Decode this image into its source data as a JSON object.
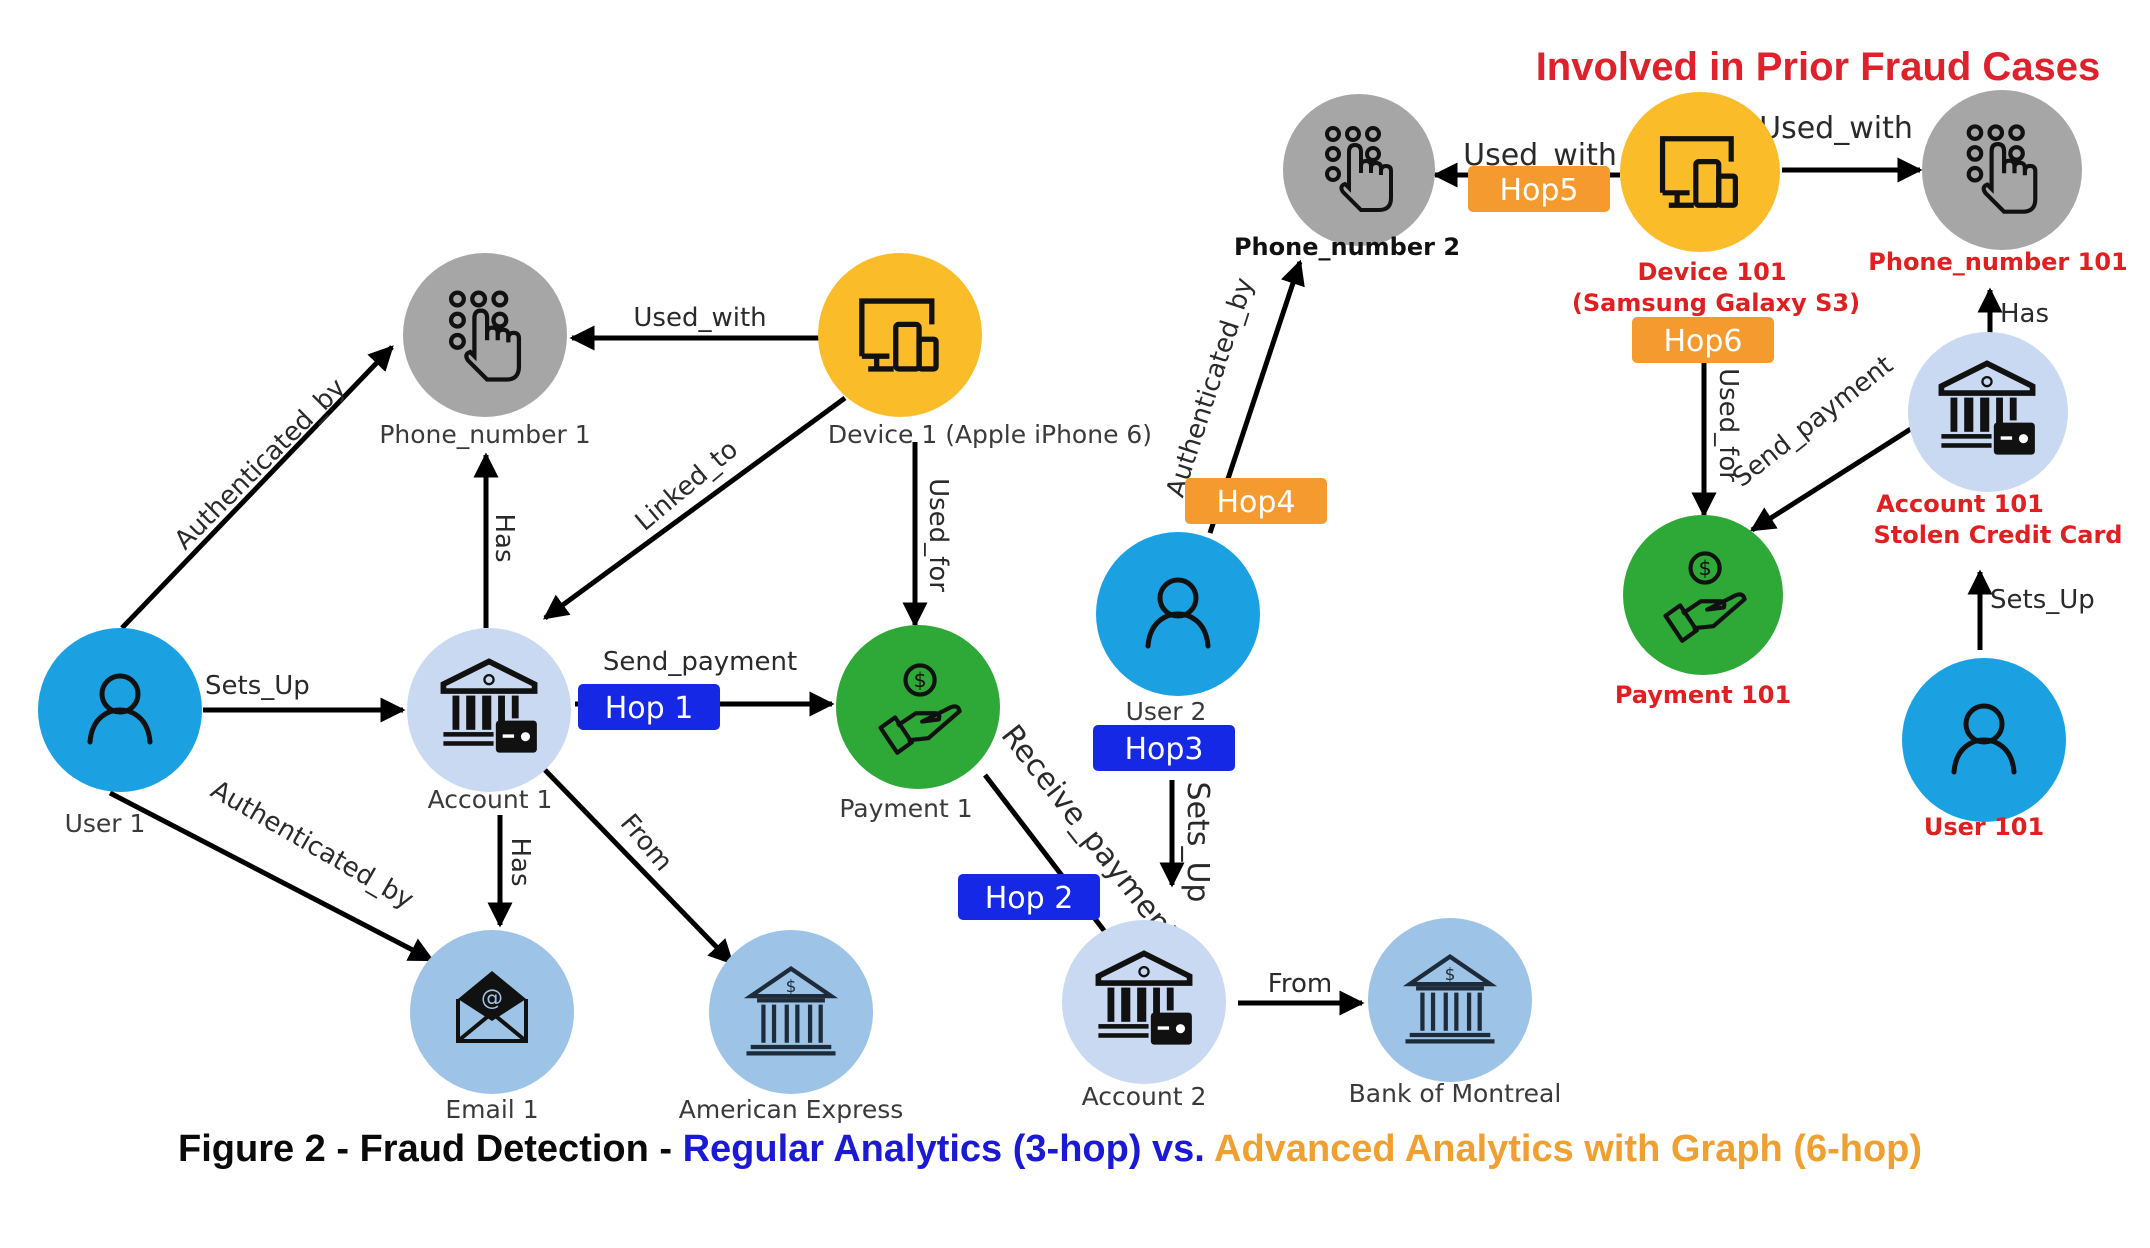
{
  "banner": "Involved in Prior Fraud Cases",
  "caption": {
    "prefix": "Figure 2 - Fraud Detection - ",
    "regular": "Regular Analytics (3-hop) vs.",
    "separator": " ",
    "advanced": "Advanced Analytics with Graph (6-hop)"
  },
  "colors": {
    "user": "#1ba1e2",
    "account": "#c9d9f2",
    "phone": "#a6a6a6",
    "device": "#fbbc2a",
    "payment": "#2ea836",
    "email_bank": "#9dc3e6",
    "hop_blue": "#1428e6",
    "hop_orange": "#f59a2e",
    "fraud_red": "#e02020"
  },
  "nodes": {
    "user1": {
      "label": "User 1",
      "type": "user"
    },
    "account1": {
      "label": "Account 1",
      "type": "account"
    },
    "phone1": {
      "label": "Phone_number 1",
      "type": "phone"
    },
    "device1": {
      "label": "Device 1 (Apple iPhone 6)",
      "type": "device"
    },
    "payment1": {
      "label": "Payment 1",
      "type": "payment"
    },
    "email1": {
      "label": "Email 1",
      "type": "email"
    },
    "amex": {
      "label": "American Express",
      "type": "bank"
    },
    "user2": {
      "label": "User 2",
      "type": "user"
    },
    "account2": {
      "label": "Account 2",
      "type": "account"
    },
    "bmo": {
      "label": "Bank of Montreal",
      "type": "bank"
    },
    "phone2": {
      "label": "Phone_number 2",
      "type": "phone"
    },
    "device101": {
      "label": "Device 101",
      "label2": "(Samsung Galaxy S3)",
      "type": "device"
    },
    "phone101": {
      "label": "Phone_number 101",
      "type": "phone"
    },
    "account101": {
      "label": "Account 101",
      "label2": "Stolen Credit Card",
      "type": "account"
    },
    "payment101": {
      "label": "Payment 101",
      "type": "payment"
    },
    "user101": {
      "label": "User 101",
      "type": "user"
    }
  },
  "edges": {
    "user1_phone1": "Authenticated_by",
    "user1_account1": "Sets_Up",
    "user1_email1": "Authenticated_by",
    "account1_phone1": "Has",
    "account1_email1": "Has",
    "account1_amex": "From",
    "account1_payment1": "Send_payment",
    "device1_phone1": "Used_with",
    "device1_account1": "Linked_to",
    "device1_payment1": "Used_for",
    "payment1_account2": "Receive_payment",
    "user2_account2": "Sets_Up",
    "account2_bmo": "From",
    "user2_phone2": "Authenticated_by",
    "device101_phone2": "Used_with",
    "device101_phone101": "Used_with",
    "device101_payment101": "Used_for",
    "account101_payment101": "Send_payment",
    "account101_phone101": "Has",
    "user101_account101": "Sets_Up"
  },
  "hops": {
    "hop1": "Hop 1",
    "hop2": "Hop 2",
    "hop3": "Hop3",
    "hop4": "Hop4",
    "hop5": "Hop5",
    "hop6": "Hop6"
  }
}
